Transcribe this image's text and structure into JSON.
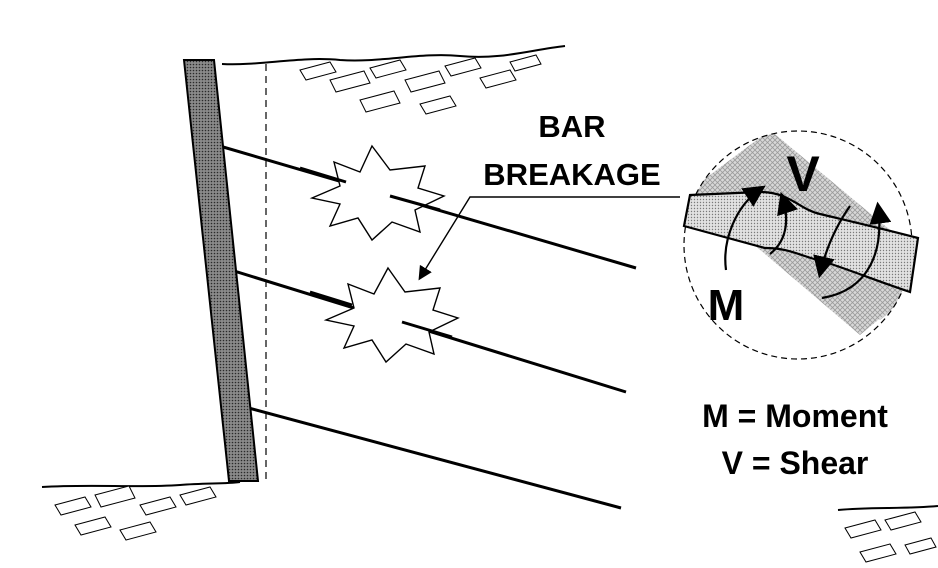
{
  "labels": {
    "breakage_line1": "BAR",
    "breakage_line2": "BREAKAGE",
    "shear_symbol": "V",
    "moment_symbol": "M",
    "legend_moment": "M = Moment",
    "legend_shear": "V = Shear"
  },
  "colors": {
    "ink": "#000000",
    "wall_fill": "#6f6f6f",
    "bar_fill": "#cfcfcf",
    "soil_band": "#bdbdbd",
    "background": "#ffffff"
  },
  "elements": {
    "wall": "soldier-pile-wall",
    "soil_nails_count": 3,
    "breakage_symbols": 2
  }
}
